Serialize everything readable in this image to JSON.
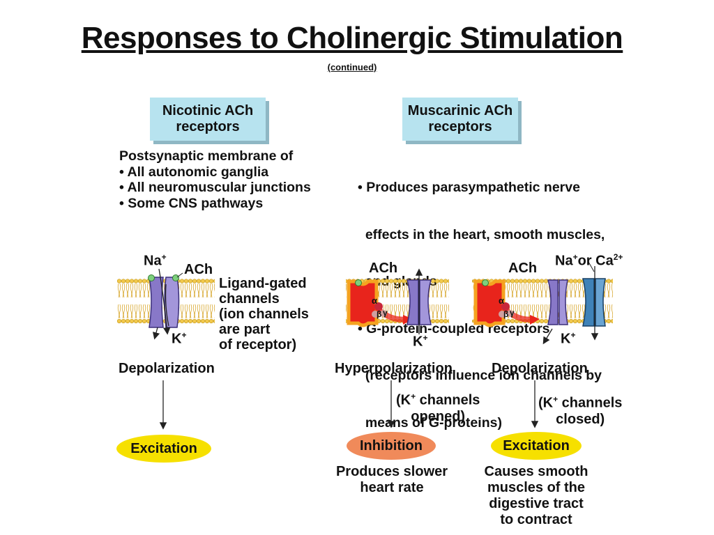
{
  "title": "Responses to Cholinergic Stimulation",
  "subtitle": "(continued)",
  "colors": {
    "header_fill": "#b7e3ef",
    "excitation": "#f6e000",
    "inhibition": "#f08a5a",
    "channel": "#8878c8",
    "ca_channel": "#3f82b8",
    "receptor": "#e8241c"
  },
  "nicotinic": {
    "header_line1": "Nicotinic ACh",
    "header_line2": "receptors",
    "desc_lines": [
      "Postsynaptic membrane of",
      "• All autonomic ganglia",
      "• All neuromuscular junctions",
      "• Some CNS pathways"
    ],
    "na_label": "Na",
    "na_sup": "+",
    "ach_label": "ACh",
    "k_label": "K",
    "k_sup": "+",
    "ligand_lines": [
      "Ligand-gated",
      "channels",
      "(ion channels",
      "are part",
      "of receptor)"
    ],
    "effect": "Depolarization",
    "outcome": "Excitation"
  },
  "muscarinic": {
    "header_line1": "Muscarinic ACh",
    "header_line2": "receptors",
    "desc_lines": [
      "• Produces parasympathetic nerve",
      "  effects in the heart, smooth muscles,",
      "  and glands",
      "• G-protein-coupled receptors",
      "  (receptors influence ion channels by",
      "  means of G-proteins)"
    ],
    "left": {
      "ach_label": "ACh",
      "k_label": "K",
      "k_sup": "+",
      "effect": "Hyperpolarization",
      "channel_note_l1": "(K",
      "channel_note_sup": "+",
      "channel_note_l1b": " channels",
      "channel_note_l2": "opened)",
      "outcome": "Inhibition",
      "result_lines": [
        "Produces slower",
        "heart rate"
      ]
    },
    "right": {
      "ach_label": "ACh",
      "ion_label_a": "Na",
      "ion_sup_a": "+",
      "ion_label_b": "or Ca",
      "ion_sup_b": "2+",
      "k_label": "K",
      "k_sup": "+",
      "effect": "Depolarization",
      "channel_note_l1": "(K",
      "channel_note_sup": "+",
      "channel_note_l1b": " channels",
      "channel_note_l2": "closed)",
      "outcome": "Excitation",
      "result_lines": [
        "Causes smooth",
        "muscles of the",
        "digestive tract",
        "to contract"
      ]
    },
    "gprotein_labels": [
      "α",
      "β",
      "γ"
    ]
  }
}
